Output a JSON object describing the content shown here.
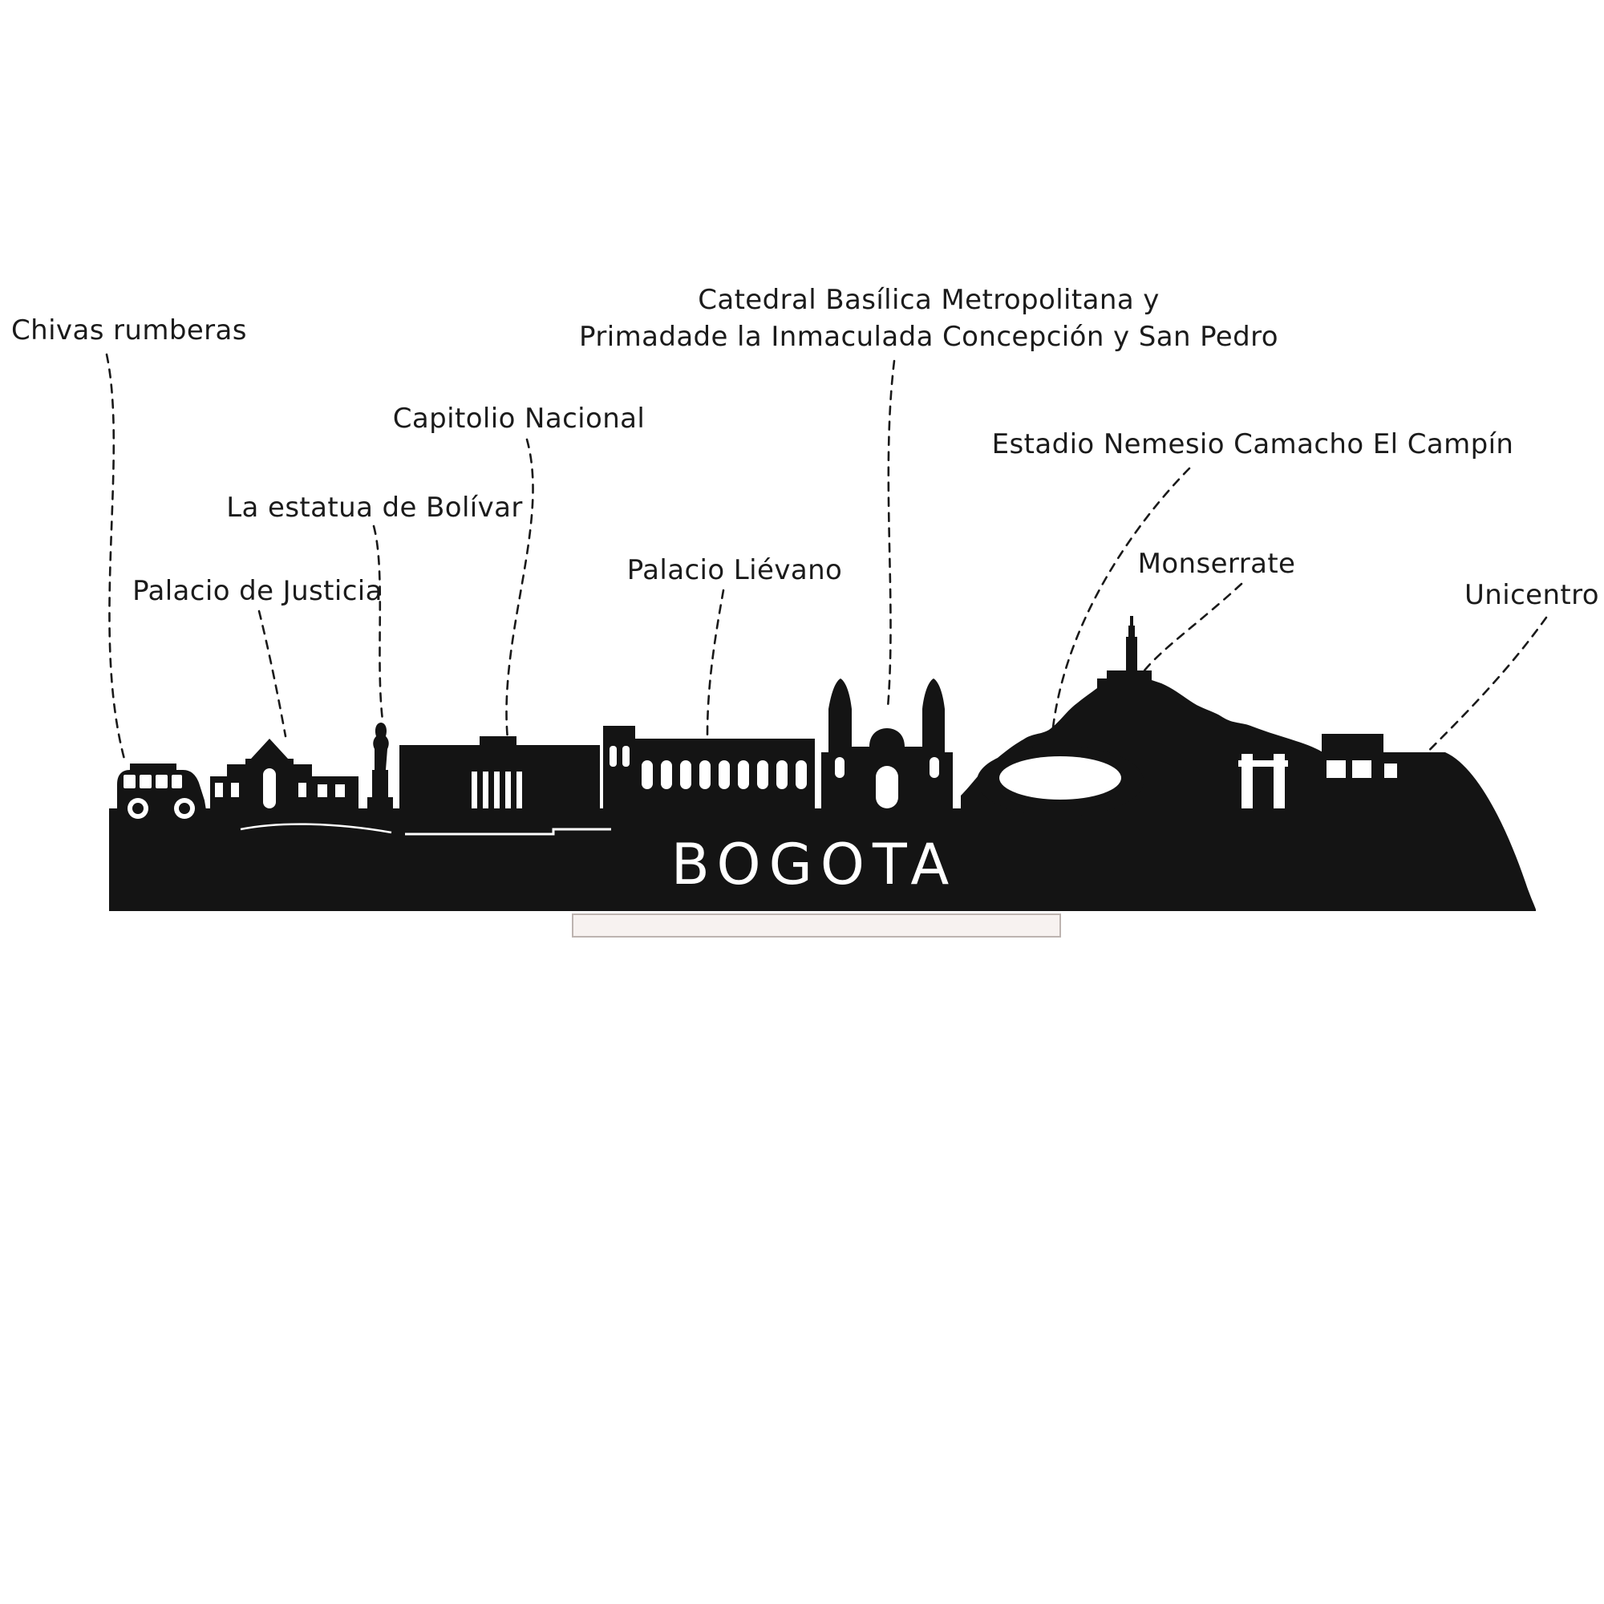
{
  "city": "BOGOTA",
  "labels": {
    "chivas": "Chivas rumberas",
    "catedral_line1": "Catedral Basílica Metropolitana y",
    "catedral_line2": "Primadade la Inmaculada Concepción y San Pedro",
    "capitolio": "Capitolio Nacional",
    "estadio": "Estadio Nemesio Camacho El Campín",
    "estatua": "La estatua de Bolívar",
    "monserrate": "Monserrate",
    "justicia": "Palacio de Justicia",
    "lievano": "Palacio Liévano",
    "unicentro": "Unicentro"
  },
  "colors": {
    "silhouette": "#141414",
    "leader_line": "#1a1a1a",
    "label_text": "#1b1b1b",
    "cutout": "#ffffff",
    "stand_fill": "#f7f2f0",
    "stand_border": "#bdb4b0"
  }
}
